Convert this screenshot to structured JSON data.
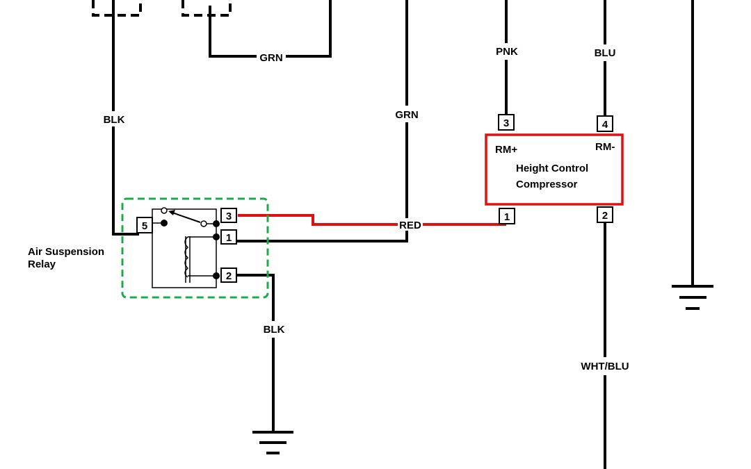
{
  "diagram": {
    "type": "wiring-schematic",
    "wire_labels": {
      "grn_top": "GRN",
      "blk_left": "BLK",
      "grn_mid": "GRN",
      "pnk": "PNK",
      "blu": "BLU",
      "red": "RED",
      "blk_ground": "BLK",
      "wht_blu": "WHT/BLU"
    },
    "relay": {
      "name_line1": "Air Suspension",
      "name_line2": "Relay",
      "pins": [
        "5",
        "3",
        "1",
        "2"
      ]
    },
    "compressor": {
      "name_line1": "Height Control",
      "name_line2": "Compressor",
      "terminal_pos": "RM+",
      "terminal_neg": "RM-",
      "pins": [
        "3",
        "4",
        "1",
        "2"
      ]
    },
    "colors": {
      "wire": "#000000",
      "red_wire": "#e01010",
      "relay_outline": "#1aab4a",
      "compressor_outline": "#e01010"
    }
  }
}
